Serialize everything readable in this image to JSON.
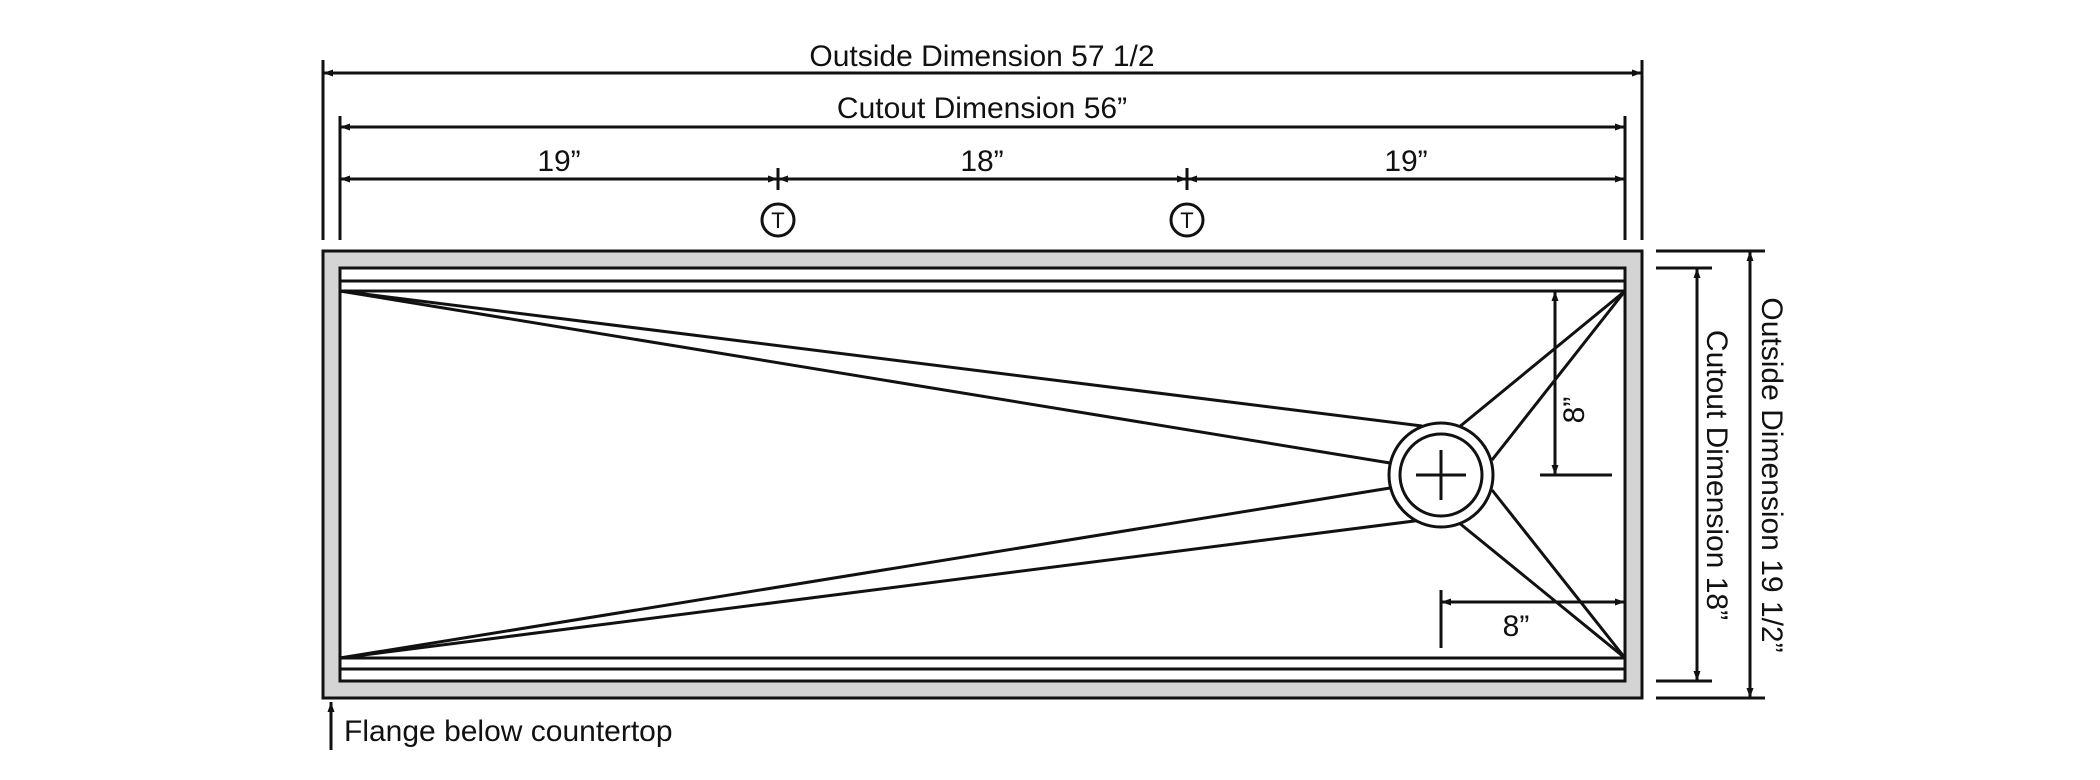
{
  "dimensions": {
    "outside_width": "Outside Dimension 57 1/2",
    "cutout_width": "Cutout Dimension 56”",
    "segment_left": "19”",
    "segment_middle": "18”",
    "segment_right": "19”",
    "cutout_height": "Cutout Dimension 18”",
    "outside_height": "Outside Dimension 19 1/2”",
    "drain_vertical_offset": "8”",
    "drain_horizontal_offset": "8”"
  },
  "markers": {
    "tap_left": "T",
    "tap_right": "T"
  },
  "notes": {
    "flange": "Flange below countertop"
  },
  "icons": {
    "drain": "drain-cross-icon",
    "tap": "tap-hole-icon"
  },
  "colors": {
    "flange_fill": "#d4d4d4",
    "line": "#111111"
  }
}
